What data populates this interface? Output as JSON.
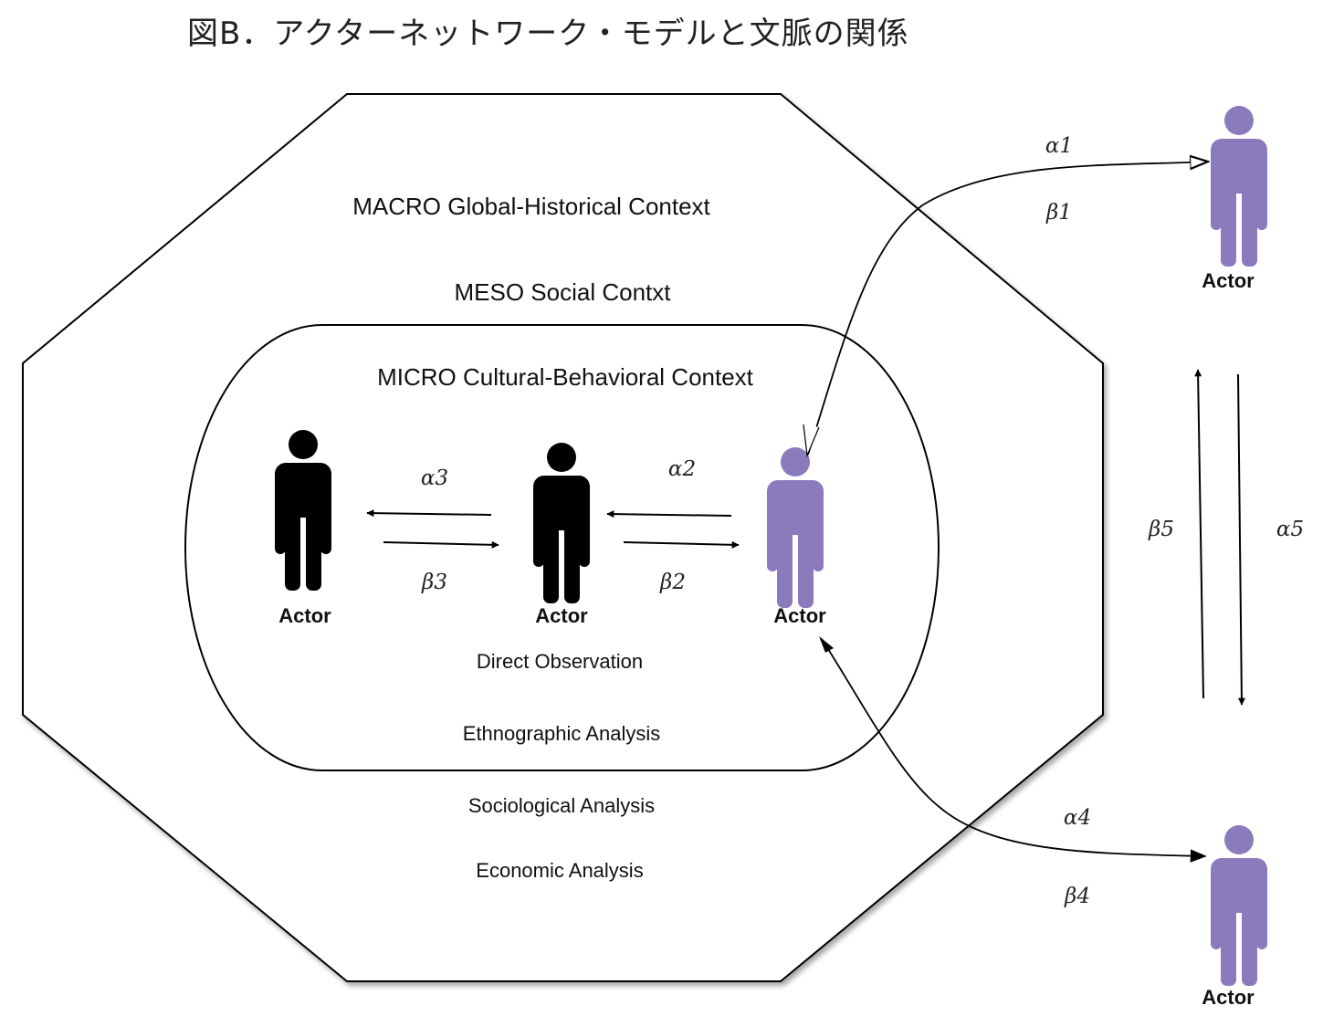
{
  "title": "図B．アクターネットワーク・モデルと文脈の関係",
  "contexts": {
    "macro": "MACRO Global-Historical Context",
    "meso": "MESO Social Contxt",
    "micro": "MICRO Cultural-Behavioral Context"
  },
  "analyses": {
    "direct_observation": "Direct Observation",
    "ethnographic": "Ethnographic Analysis",
    "sociological": "Sociological Analysis",
    "economic": "Economic Analysis"
  },
  "actors": {
    "label": "Actor",
    "inner_color": "#000000",
    "outer_color": "#8b7bbd"
  },
  "links": {
    "a1": "α1",
    "b1": "β1",
    "a2": "α2",
    "b2": "β2",
    "a3": "α3",
    "b3": "β3",
    "a4": "α4",
    "b4": "β4",
    "a5": "α5",
    "b5": "β5"
  }
}
